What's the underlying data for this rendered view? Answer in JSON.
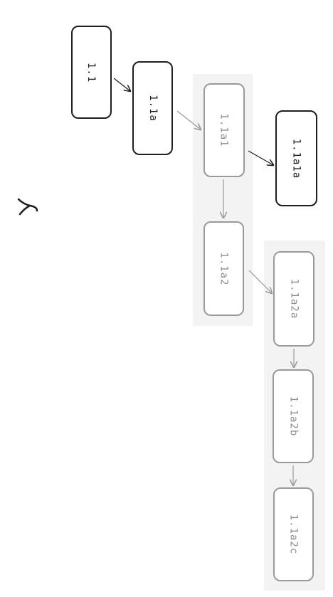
{
  "diagram": {
    "nodes": [
      {
        "id": "n1",
        "label": "1.1",
        "style": "dark"
      },
      {
        "id": "n2",
        "label": "1.1a",
        "style": "dark"
      },
      {
        "id": "n3",
        "label": "1.1a1",
        "style": "light"
      },
      {
        "id": "n4",
        "label": "1.1a1a",
        "style": "dark"
      },
      {
        "id": "n5",
        "label": "1.1a2",
        "style": "light"
      },
      {
        "id": "n6",
        "label": "1.1a2a",
        "style": "light"
      },
      {
        "id": "n7",
        "label": "1.1a2b",
        "style": "light"
      },
      {
        "id": "n8",
        "label": "1.1a2c",
        "style": "light"
      }
    ],
    "edges": [
      {
        "from": "n1",
        "to": "n2"
      },
      {
        "from": "n2",
        "to": "n3"
      },
      {
        "from": "n3",
        "to": "n4"
      },
      {
        "from": "n3",
        "to": "n5"
      },
      {
        "from": "n5",
        "to": "n6"
      },
      {
        "from": "n6",
        "to": "n7"
      },
      {
        "from": "n7",
        "to": "n8"
      }
    ],
    "colors": {
      "dark_stroke": "#1e1e1e",
      "light_stroke": "#9a9a9a",
      "group_fill": "#f3f3f3"
    }
  }
}
